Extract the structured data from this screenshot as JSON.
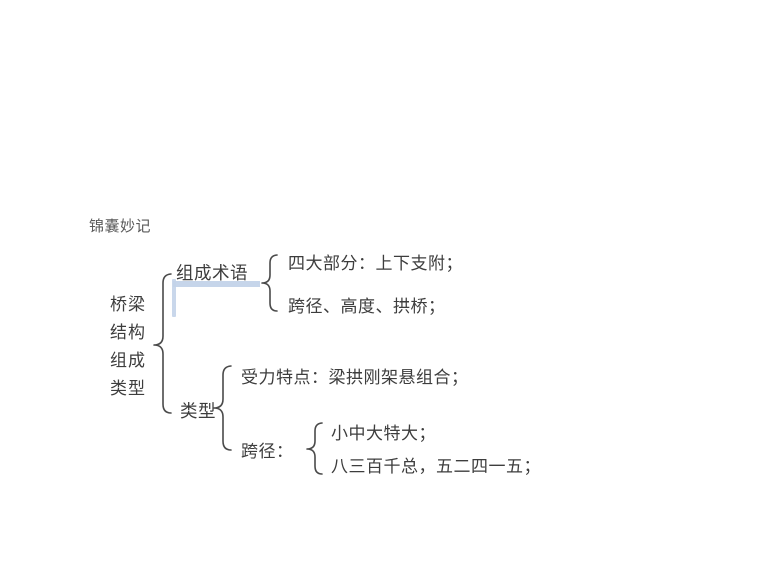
{
  "slide": {
    "background_color": "#ffffff",
    "title": "锦囊妙记",
    "title_color": "#5a5a5a",
    "text_color": "#3d3d3d",
    "accent_color": "#c3d3e9",
    "brace_color": "#4a4a4a"
  },
  "diagram": {
    "type": "bracket-mindmap",
    "root": {
      "label_lines": [
        "桥梁",
        "结构",
        "组成",
        "类型"
      ],
      "label": "桥梁结构组成类型"
    },
    "branches": [
      {
        "label": "组成术语",
        "highlighted": true,
        "highlight_color": "#c3d3e9",
        "children": [
          {
            "label": "四大部分：上下支附；"
          },
          {
            "label": "跨径、高度、拱桥；"
          }
        ]
      },
      {
        "label": "类型",
        "highlighted": false,
        "children": [
          {
            "label": "受力特点：梁拱刚架悬组合；"
          },
          {
            "label": "跨径：",
            "children": [
              {
                "label": "小中大特大；"
              },
              {
                "label": "八三百千总，五二四一五；"
              }
            ]
          }
        ]
      }
    ]
  }
}
